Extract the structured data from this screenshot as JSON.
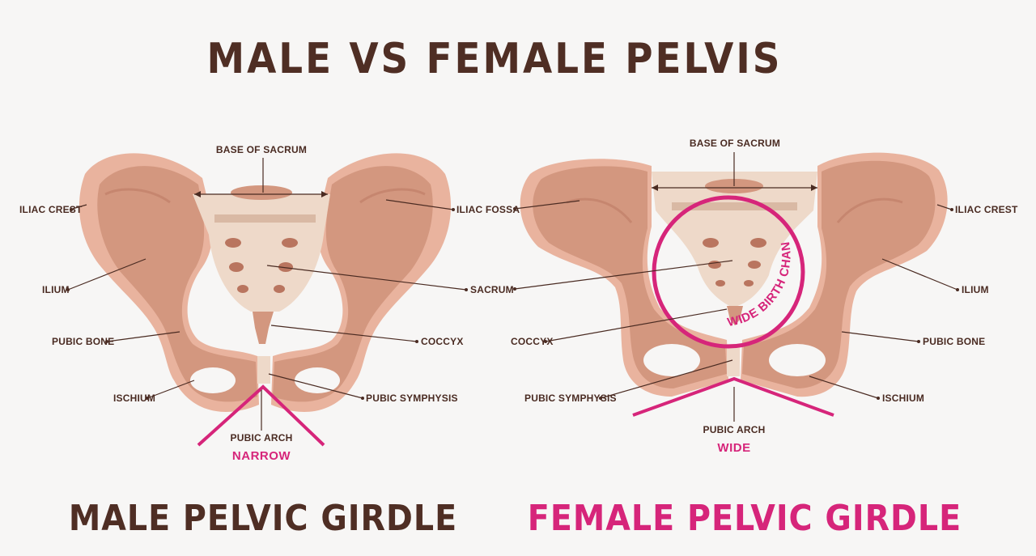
{
  "title": "MALE VS FEMALE PELVIS",
  "colors": {
    "background": "#f7f6f5",
    "title_brown": "#4f2e24",
    "female_pink": "#d6257a",
    "bone_outer": "#e9b39e",
    "bone_main": "#d3977f",
    "bone_shadow": "#b9755f",
    "sacrum_light": "#eed9c9",
    "label_text": "#4a2b22"
  },
  "male": {
    "caption": "MALE PELVIC GIRDLE",
    "labels": {
      "base_of_sacrum": "BASE OF SACRUM",
      "iliac_crest": "ILIAC CREST",
      "iliac_fossa": "ILIAC FOSSA",
      "ilium": "ILIUM",
      "sacrum": "SACRUM",
      "pubic_bone": "PUBIC BONE",
      "coccyx": "COCCYX",
      "ischium": "ISCHIUM",
      "pubic_symphysis": "PUBIC SYMPHYSIS",
      "pubic_arch": "PUBIC ARCH",
      "arch_type": "NARROW"
    }
  },
  "female": {
    "caption": "FEMALE PELVIC GIRDLE",
    "labels": {
      "base_of_sacrum": "BASE OF SACRUM",
      "iliac_crest": "ILIAC CREST",
      "ilium": "ILIUM",
      "pubic_bone": "PUBIC BONE",
      "coccyx": "COCCYX",
      "ischium": "ISCHIUM",
      "pubic_symphysis": "PUBIC SYMPHYSIS",
      "pubic_arch": "PUBIC ARCH",
      "arch_type": "WIDE",
      "birth_canal": "WIDE BIRTH CHANAL"
    }
  }
}
